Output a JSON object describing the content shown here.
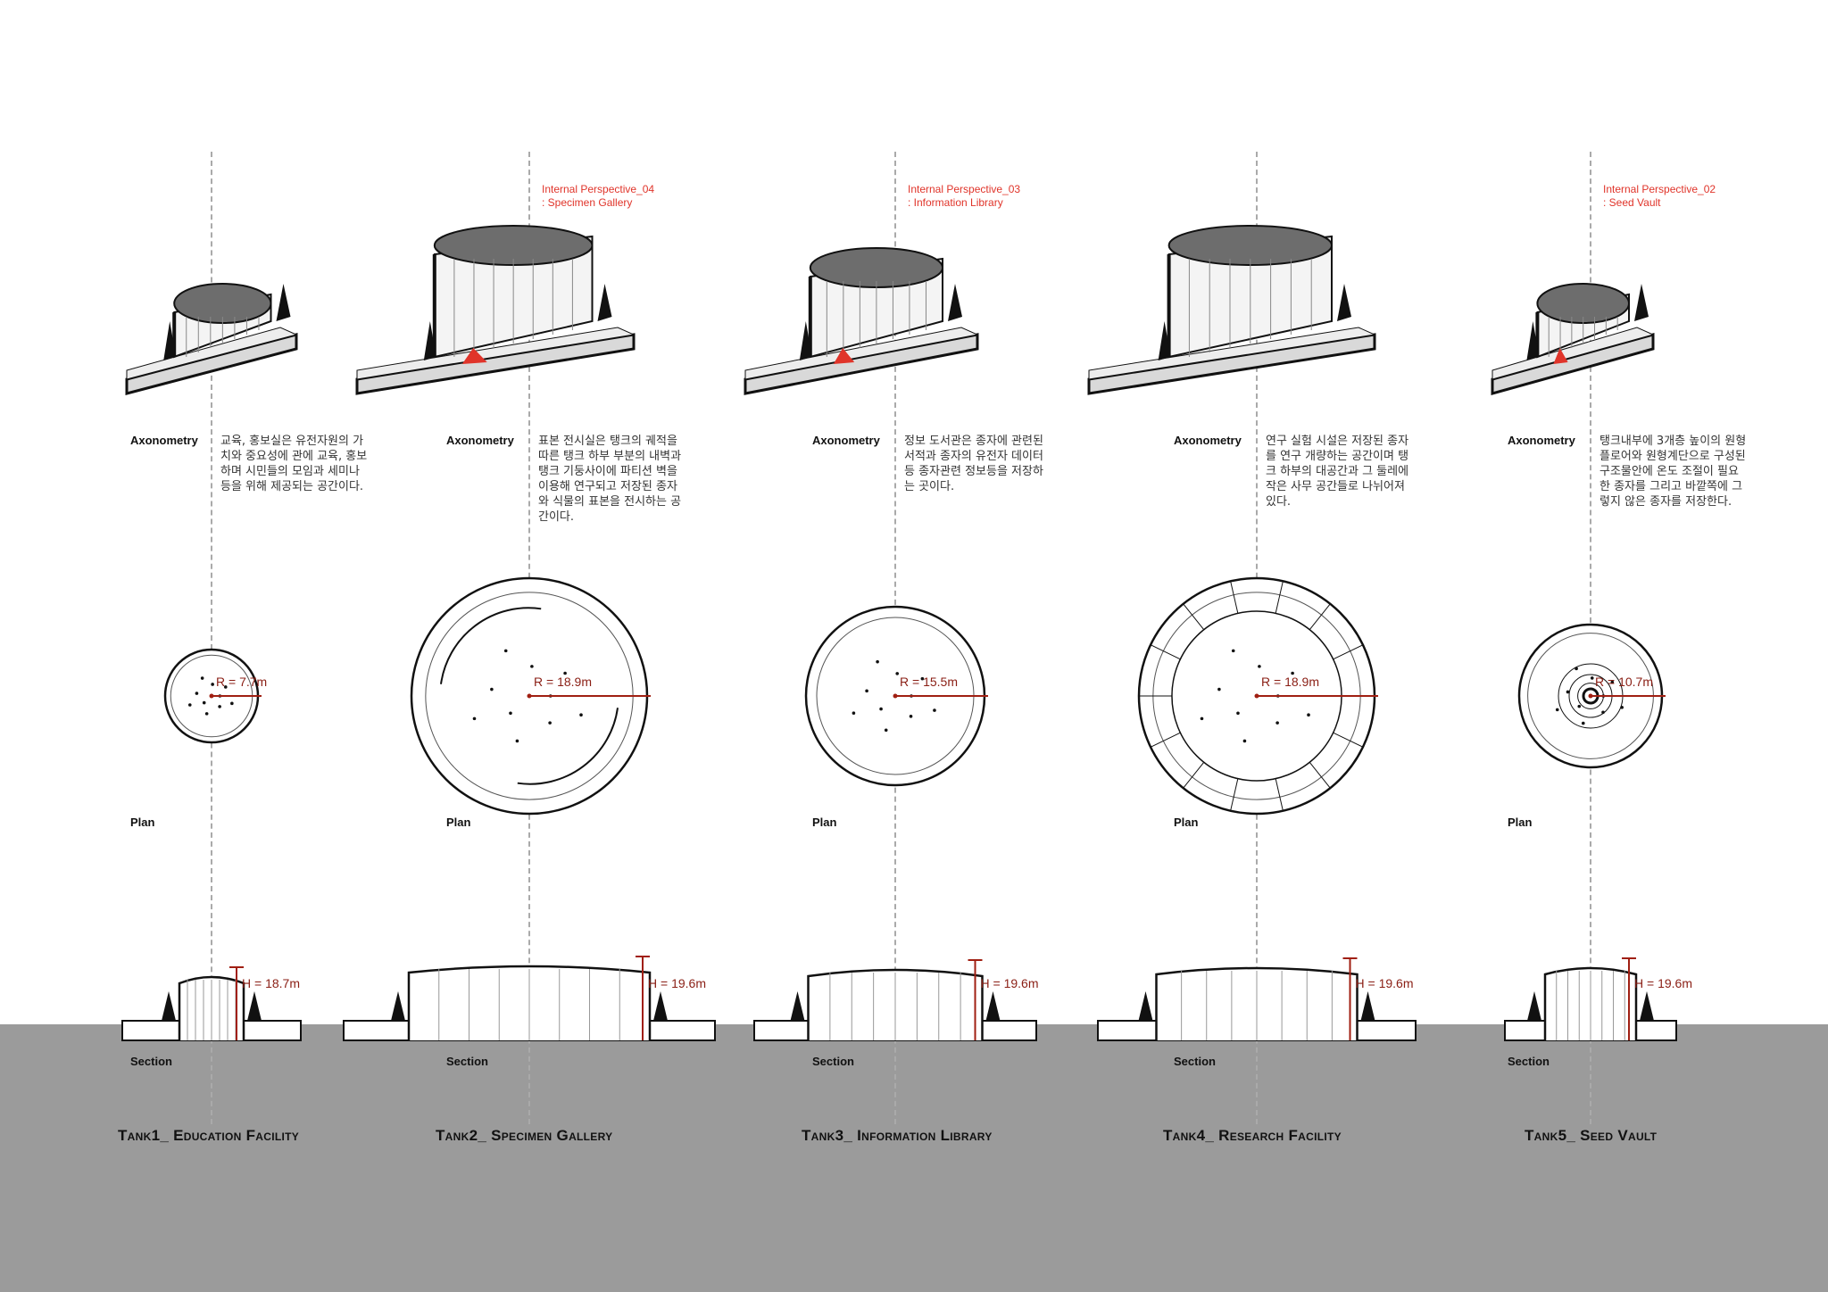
{
  "labels": {
    "axonometry": "Axonometry",
    "plan": "Plan",
    "section": "Section"
  },
  "tanks": [
    {
      "title": "Tank1_ Education Facility",
      "perspective": "",
      "perspective_sub": "",
      "description": "교육, 홍보실은 유전자원의 가치와 중요성에 관에 교육, 홍보하며 시민들의 모임과 세미나 등을 위해 제공되는 공간이다.",
      "radius_label": "R = 7.7m",
      "height_label": "H = 18.7m"
    },
    {
      "title": "Tank2_ Specimen Gallery",
      "perspective": "Internal Perspective_04",
      "perspective_sub": ": Specimen Gallery",
      "description": "표본 전시실은 탱크의 궤적을 따른 탱크 하부 부분의 내벽과 탱크 기둥사이에 파티션 벽을 이용해 연구되고 저장된 종자와 식물의 표본을 전시하는 공간이다.",
      "radius_label": "R = 18.9m",
      "height_label": "H = 19.6m"
    },
    {
      "title": "Tank3_ Information Library",
      "perspective": "Internal Perspective_03",
      "perspective_sub": ": Information Library",
      "description": "정보 도서관은 종자에 관련된 서적과 종자의 유전자 데이터 등 종자관련 정보등을 저장하는 곳이다.",
      "radius_label": "R = 15.5m",
      "height_label": "H = 19.6m"
    },
    {
      "title": "Tank4_ Research Facility",
      "perspective": "",
      "perspective_sub": "",
      "description": "연구 실험 시설은 저장된 종자를 연구 개량하는 공간이며 탱크 하부의 대공간과 그 둘레에 작은 사무 공간들로 나뉘어져 있다.",
      "radius_label": "R = 18.9m",
      "height_label": "H = 19.6m"
    },
    {
      "title": "Tank5_ Seed Vault",
      "perspective": "Internal Perspective_02",
      "perspective_sub": ": Seed Vault",
      "description": "탱크내부에 3개층 높이의 원형 플로어와 원형계단으로 구성된 구조물안에 온도 조절이 필요한 종자를 그리고 바깥쪽에 그렇지 않은 종자를 저장한다.",
      "radius_label": "R = 10.7m",
      "height_label": "H = 19.6m"
    }
  ],
  "colors": {
    "ground": "#9b9b9b",
    "accent": "#e0342a",
    "dimension": "#8a1e14"
  }
}
